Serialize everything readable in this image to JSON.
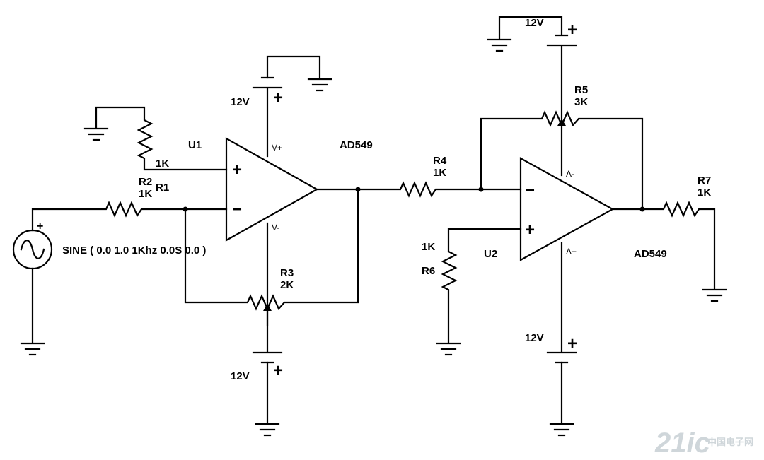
{
  "labels": {
    "u1": "U1",
    "u2": "U2",
    "u1_part": "AD549",
    "u2_part": "AD549",
    "v_top_left": "12V",
    "v_bot_left": "12V",
    "v_top_right": "12V",
    "v_bot_right": "12V",
    "r1_name": "R1",
    "r1_value": "1K",
    "r2_name": "R2",
    "r2_value": "1K",
    "r3_name": "R3",
    "r3_value": "2K",
    "r4_name": "R4",
    "r4_value": "1K",
    "r5_name": "R5",
    "r5_value": "3K",
    "r6_name": "R6",
    "r6_value": "1K",
    "r7_name": "R7",
    "r7_value": "1K",
    "source": "SINE ( 0.0 1.0 1Khz 0.0S 0.0 )"
  },
  "pins": {
    "u1_vplus": "V+",
    "u1_vminus": "V-",
    "u2_vminus": "Λ-",
    "u2_vplus": "Λ+",
    "plus": "+",
    "minus": "−"
  },
  "watermark": {
    "brand": "21ic",
    "cn": "中国电子网"
  }
}
